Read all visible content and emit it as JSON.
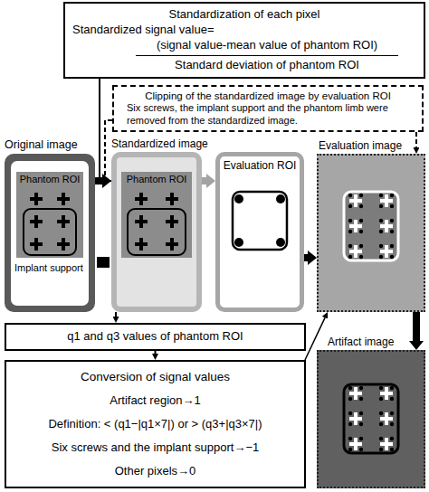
{
  "diagram": {
    "nodes": [
      {
        "text": [
          "Standardization of each pixel",
          "Standardized signal value=",
          "(signal value-mean value of phantom ROI)",
          "Standard deviation of phantom ROI"
        ]
      },
      {
        "text": [
          "Clipping of the standardized image by evaluation ROI",
          "Six screws, the implant support and the phantom limb were removed from the standardized image."
        ]
      },
      {
        "text": [
          "Original image"
        ]
      },
      {
        "text": [
          "Phantom ROI"
        ],
        "in": 2
      },
      {
        "text": [
          "Standardized image"
        ]
      },
      {
        "text": [
          "Phantom ROI"
        ],
        "in": 4
      },
      {
        "text": [
          "Evaluation ROI"
        ]
      },
      {
        "text": [
          "Evaluation image"
        ]
      },
      {
        "text": [
          "Artifact image"
        ]
      },
      {
        "text": [
          "q1 and q3 values of phantom ROI"
        ]
      },
      {
        "text": [
          "Conversion of signal values",
          "Artifact region→1",
          "Definition: < (q1−|q1×7|) or > (q3+|q3×7|)",
          "Six screws and the implant support→−1",
          "Other pixels→0"
        ]
      }
    ],
    "edges": [
      {
        "from": 2,
        "to": 4,
        "arrow": "to"
      },
      {
        "from": 4,
        "to": 6,
        "arrow": "to"
      },
      {
        "from": 6,
        "to": 7,
        "arrow": "to"
      },
      {
        "from": 7,
        "to": 8,
        "arrow": "to"
      },
      {
        "from": 0,
        "to": 4,
        "arrow": "none"
      },
      {
        "from": 1,
        "to": 4,
        "arrow": "none"
      },
      {
        "from": 1,
        "to": 7,
        "arrow": "to"
      },
      {
        "from": 4,
        "to": 9,
        "arrow": "to"
      },
      {
        "from": 9,
        "to": 10,
        "arrow": "to"
      },
      {
        "from": 10,
        "to": 7,
        "arrow": "to"
      }
    ],
    "labels": [
      "Implant support"
    ]
  }
}
